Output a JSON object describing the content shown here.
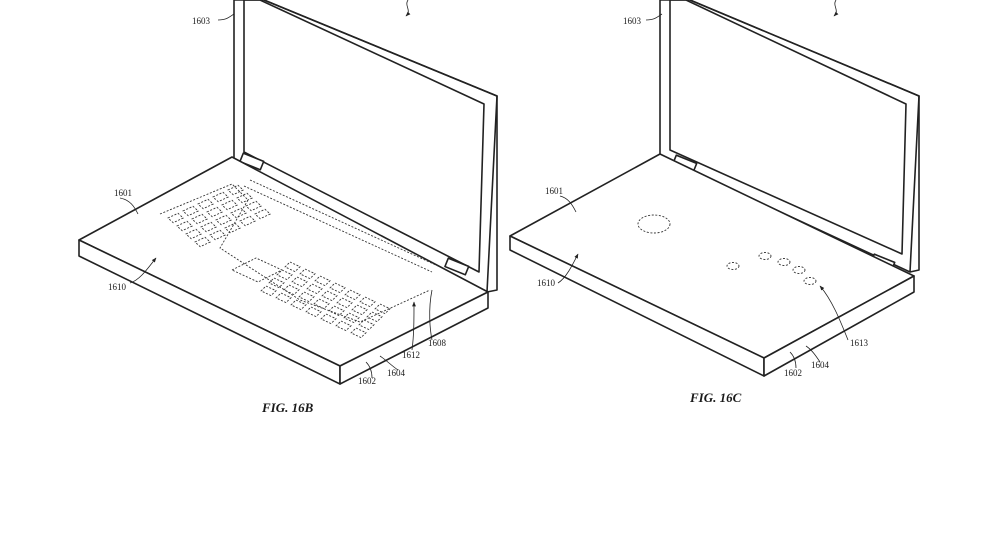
{
  "figures": [
    {
      "id": "16b",
      "caption": "FIG. 16B",
      "refs": {
        "display": "1603",
        "base": "1601",
        "surface": "1610",
        "key_region": "1608",
        "trackpad": "1612",
        "bottom": "1604",
        "edge": "1602"
      }
    },
    {
      "id": "16c",
      "caption": "FIG. 16C",
      "refs": {
        "display": "1603",
        "base": "1601",
        "surface": "1610",
        "touch_region": "1613",
        "bottom": "1604",
        "edge": "1602"
      }
    }
  ]
}
